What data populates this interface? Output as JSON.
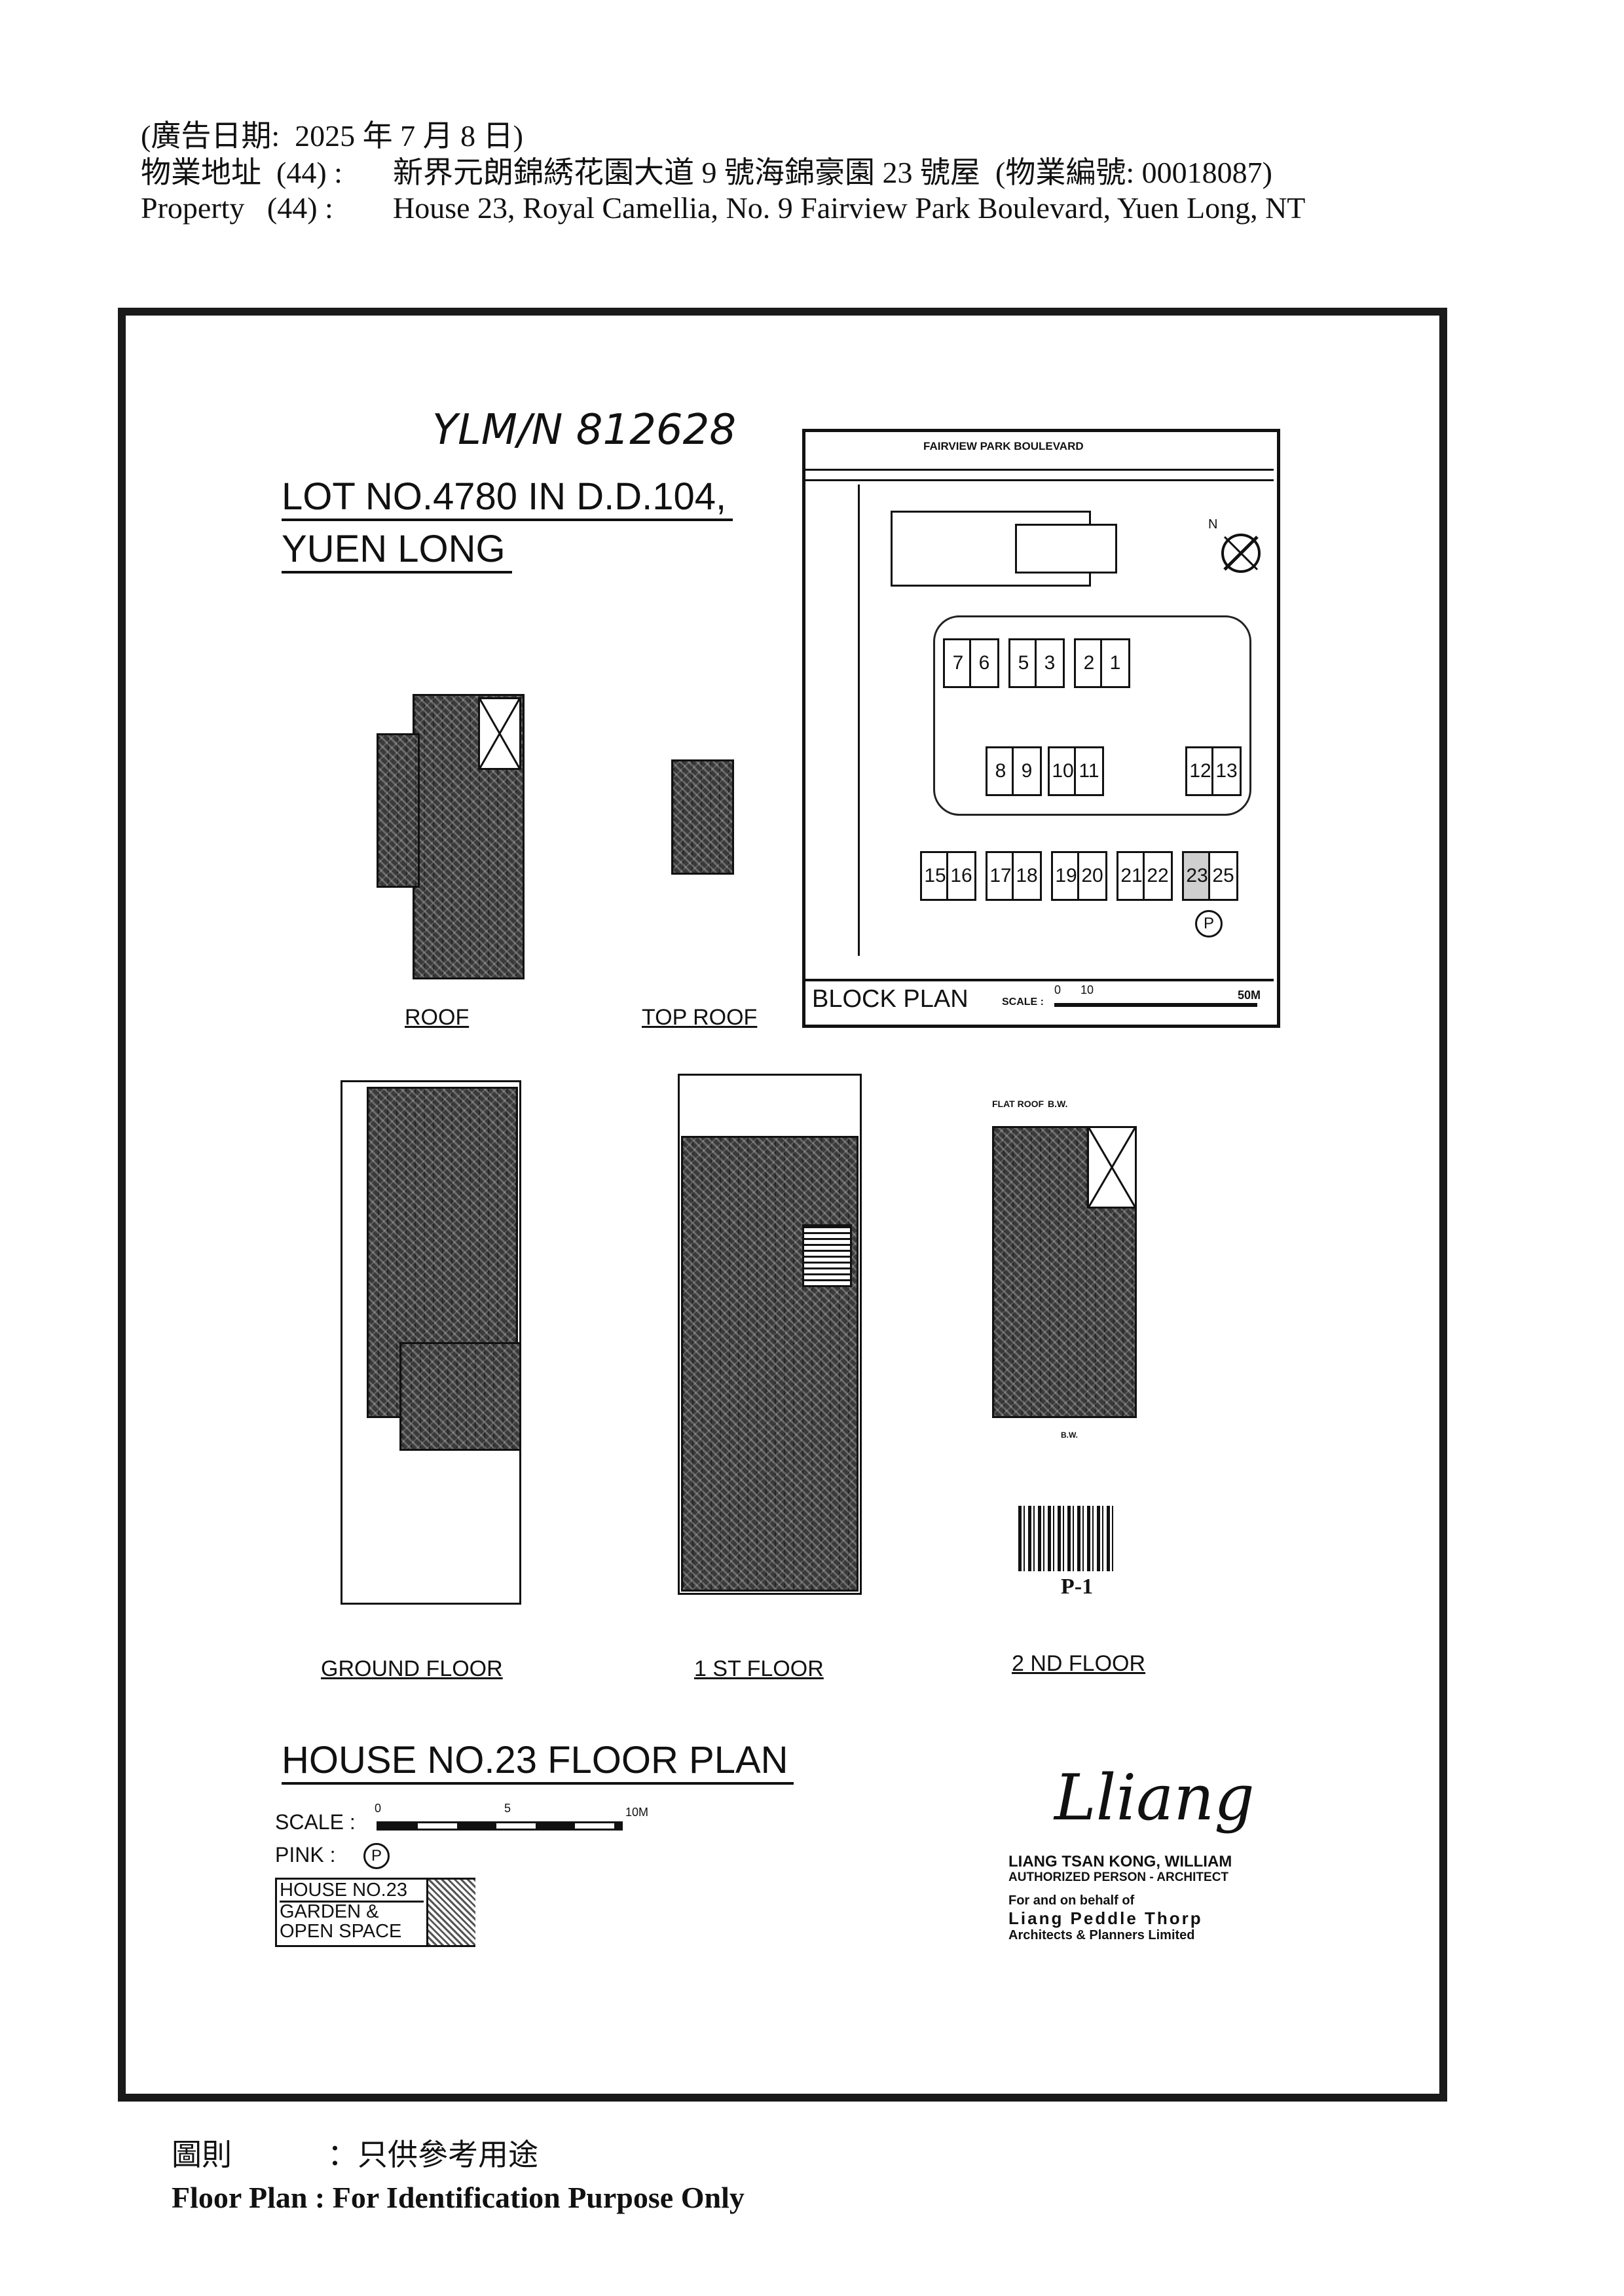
{
  "header": {
    "line1": "(廣告日期:  2025 年 7 月 8 日)",
    "line2_label": "物業地址  (44) :",
    "line2_value": "新界元朗錦綉花園大道 9 號海錦豪園 23 號屋  (物業編號: 00018087)",
    "line3_label": "Property   (44) :",
    "line3_value": "House 23, Royal Camellia, No. 9 Fairview Park Boulevard, Yuen Long, NT"
  },
  "plan": {
    "handwritten_ref": "YLM/N 812628",
    "lot_line1": "LOT NO.4780 IN D.D.104,",
    "lot_line2": "YUEN LONG",
    "block_plan": {
      "road_label": "FAIRVIEW PARK BOULEVARD",
      "north": "N",
      "title": "BLOCK PLAN",
      "scale_label": "SCALE :",
      "scale_ticks": [
        "0",
        "10",
        "50M"
      ],
      "houses_top": [
        "7",
        "6",
        "5",
        "3",
        "2",
        "1"
      ],
      "houses_mid": [
        "8",
        "9",
        "10",
        "11",
        "12",
        "13"
      ],
      "houses_bottom": [
        "15",
        "16",
        "17",
        "18",
        "19",
        "20",
        "21",
        "22",
        "23",
        "25"
      ]
    },
    "labels": {
      "roof": "ROOF",
      "top_roof": "TOP ROOF",
      "ground_floor": "GROUND FLOOR",
      "first_floor": "1 ST FLOOR",
      "second_floor": "2 ND FLOOR",
      "flat_roof": "FLAT ROOF",
      "bw": "B.W."
    },
    "barcode_label": "P-1",
    "title": "HOUSE NO.23   FLOOR PLAN",
    "scale_label": "SCALE :",
    "scale_ticks": [
      "0",
      "5",
      "10M"
    ],
    "pink_label": "PINK  :",
    "pink_symbol": "P",
    "legend_line1": "HOUSE NO.23",
    "legend_line2": "GARDEN &",
    "legend_line3": "OPEN SPACE",
    "signature": "Lliang",
    "architect_name": "LIANG TSAN KONG, WILLIAM",
    "architect_title": "AUTHORIZED PERSON - ARCHITECT",
    "behalf_line1": "For and on behalf of",
    "behalf_line2": "Liang Peddle Thorp",
    "behalf_line3": "Architects & Planners Limited"
  },
  "footer": {
    "zh_label": "圖則",
    "zh_value": "：只供參考用途",
    "en_text": "Floor Plan : For Identification Purpose Only"
  }
}
